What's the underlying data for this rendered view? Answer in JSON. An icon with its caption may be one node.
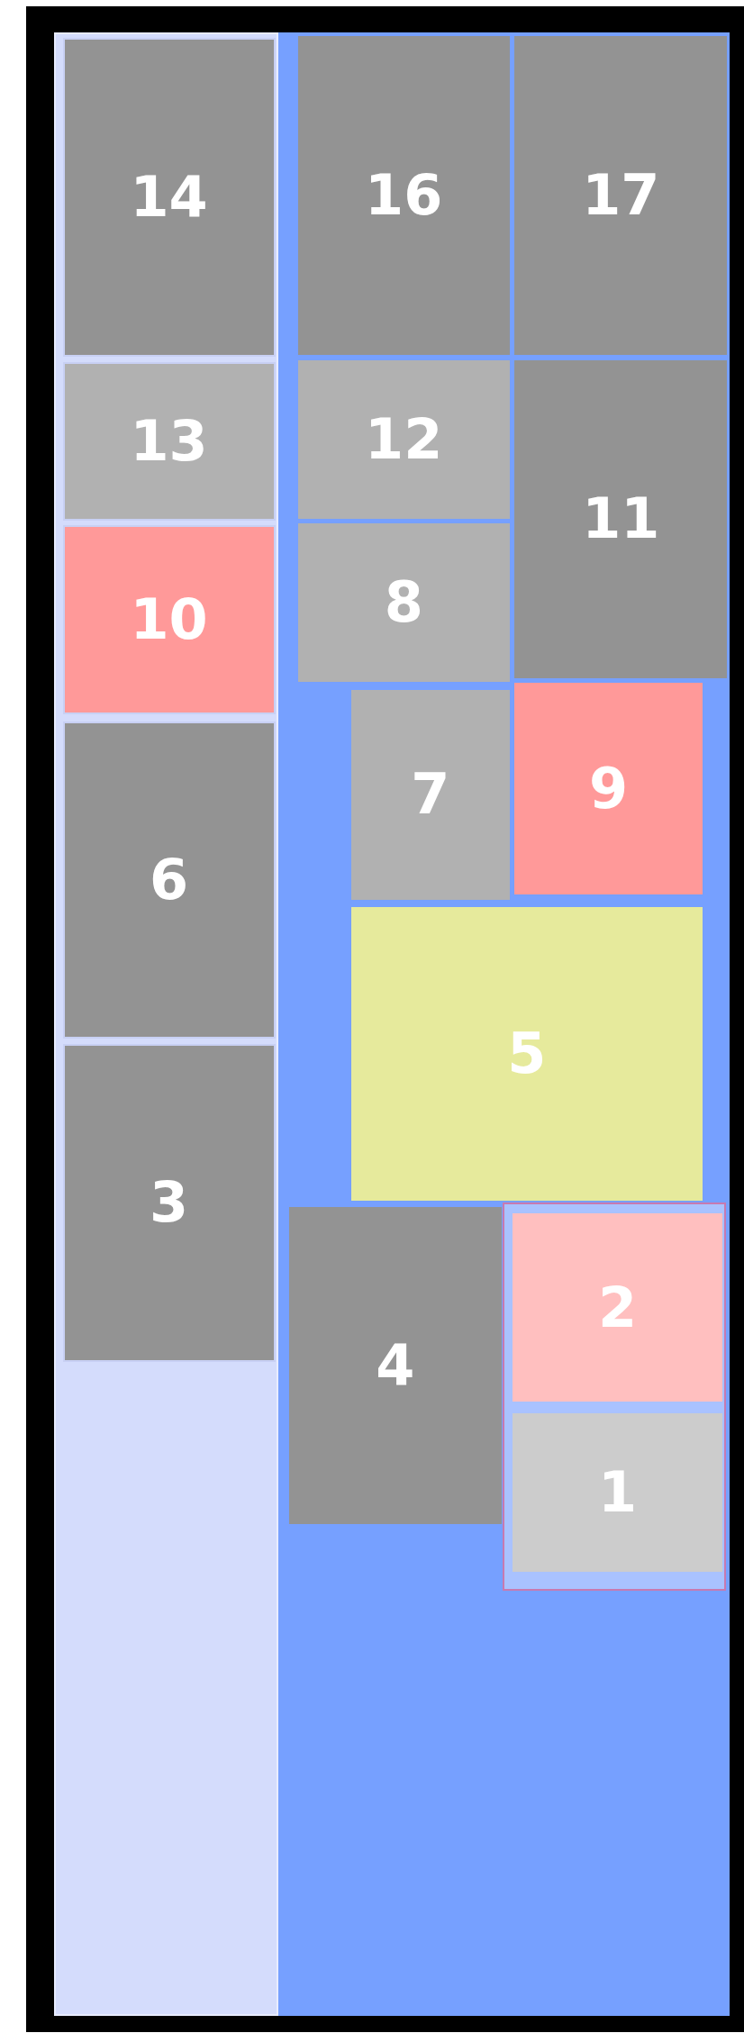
{
  "diagram": {
    "nodes": [
      {
        "text": [],
        "shape": "box"
      },
      {
        "text": [],
        "shape": "box"
      },
      {
        "text": [
          "14"
        ],
        "in": 0
      },
      {
        "text": [
          "16"
        ],
        "in": 1
      },
      {
        "text": [
          "17"
        ],
        "in": 1
      },
      {
        "text": [
          "13"
        ],
        "in": 0
      },
      {
        "text": [
          "12"
        ],
        "in": 1
      },
      {
        "text": [
          "11"
        ],
        "in": 1
      },
      {
        "text": [
          "10"
        ],
        "in": 0
      },
      {
        "text": [
          "8"
        ],
        "in": 1
      },
      {
        "text": [
          "9"
        ],
        "in": 1
      },
      {
        "text": [
          "7"
        ],
        "in": 1
      },
      {
        "text": [
          "6"
        ],
        "in": 0
      },
      {
        "text": [
          "5"
        ],
        "in": 1
      },
      {
        "text": [
          "3"
        ],
        "in": 0
      },
      {
        "text": [
          "4"
        ],
        "in": 1
      },
      {
        "text": [],
        "shape": "box",
        "in": 1
      },
      {
        "text": [
          "2"
        ],
        "in": 16
      },
      {
        "text": [
          "1"
        ],
        "in": 16
      }
    ],
    "edges": []
  }
}
